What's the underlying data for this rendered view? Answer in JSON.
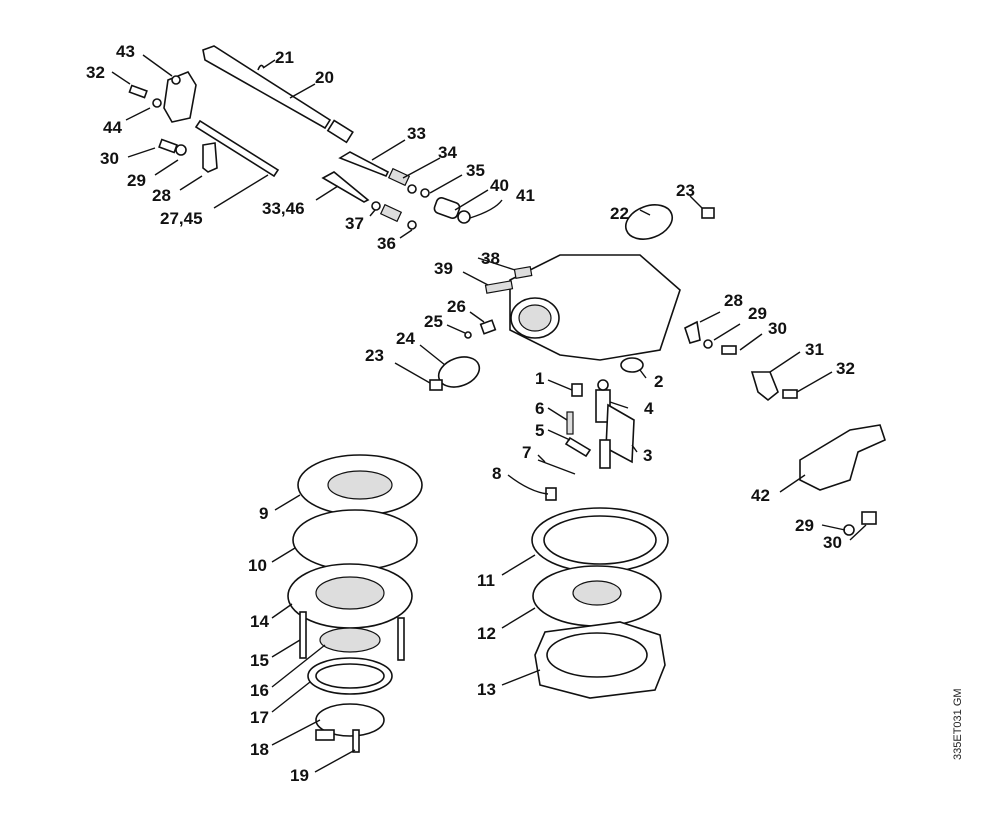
{
  "diagram": {
    "labels": [
      "43",
      "32",
      "44",
      "21",
      "20",
      "30",
      "29",
      "28",
      "27,45",
      "33",
      "34",
      "35",
      "40",
      "41",
      "33,46",
      "37",
      "36",
      "23",
      "22",
      "38",
      "39",
      "28",
      "29",
      "30",
      "26",
      "25",
      "24",
      "23",
      "31",
      "2",
      "32",
      "1",
      "4",
      "6",
      "5",
      "3",
      "7",
      "8",
      "42",
      "9",
      "29",
      "30",
      "10",
      "11",
      "12",
      "14",
      "15",
      "16",
      "17",
      "13",
      "18",
      "19"
    ],
    "drawing_code": "335ET031 GM"
  }
}
